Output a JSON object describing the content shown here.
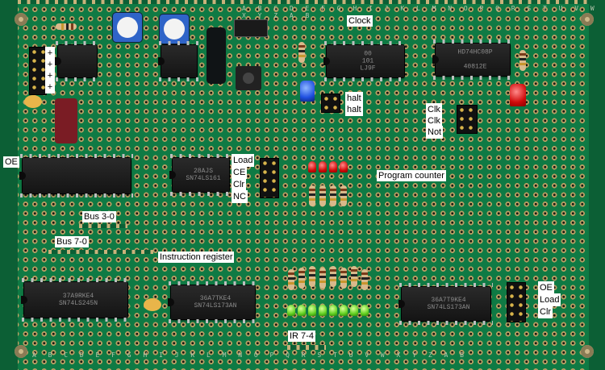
{
  "labels": {
    "clock": "Clock",
    "halt_1": "halt",
    "halt_2": "halt",
    "clk_1": "Clk",
    "clk_2": "Clk",
    "not": "Not",
    "oe_left": "OE",
    "load": "Load",
    "ce": "CE",
    "clr": "Clr",
    "nc": "NC",
    "program_counter": "Program counter",
    "bus_3_0": "Bus 3-0",
    "bus_7_0": "Bus 7-0",
    "instruction_register": "Instruction register",
    "oe_right": "OE",
    "load_right": "Load",
    "clr_right": "Clr",
    "ir_7_4": "IR 7-4",
    "plus_signs": "+\n+\n+\n+"
  },
  "chips": {
    "timer_top_left": "",
    "timer_middle": "",
    "clock_gate_1": "00\n101\nLJ9F",
    "clock_gate_2": "HD74HC08P\n\n40812E",
    "register_left": "",
    "counter_middle": "28AJS\nSN74LS161",
    "register_bottom_left": "37A9RKE4\nSN74LS245N",
    "ir_chip": "36A7TKE4\nSN74LS173AN",
    "out_chip_right": "36A7T9KE4\nSN74LS173AN"
  },
  "board": {
    "top_letters": "A B C D E F G H I J K L M N O P Q R S T U V W X Y Z A B",
    "bottom_letters": "A B C D E F G H I J K L M N O P Q R S T U V W X Y Z A B"
  },
  "colors": {
    "pcb_green": "#0f7a44",
    "pad_copper": "#b9a064",
    "led_red": "#d10a0a",
    "led_green": "#5fd020",
    "pot_blue": "#2f64c8"
  }
}
